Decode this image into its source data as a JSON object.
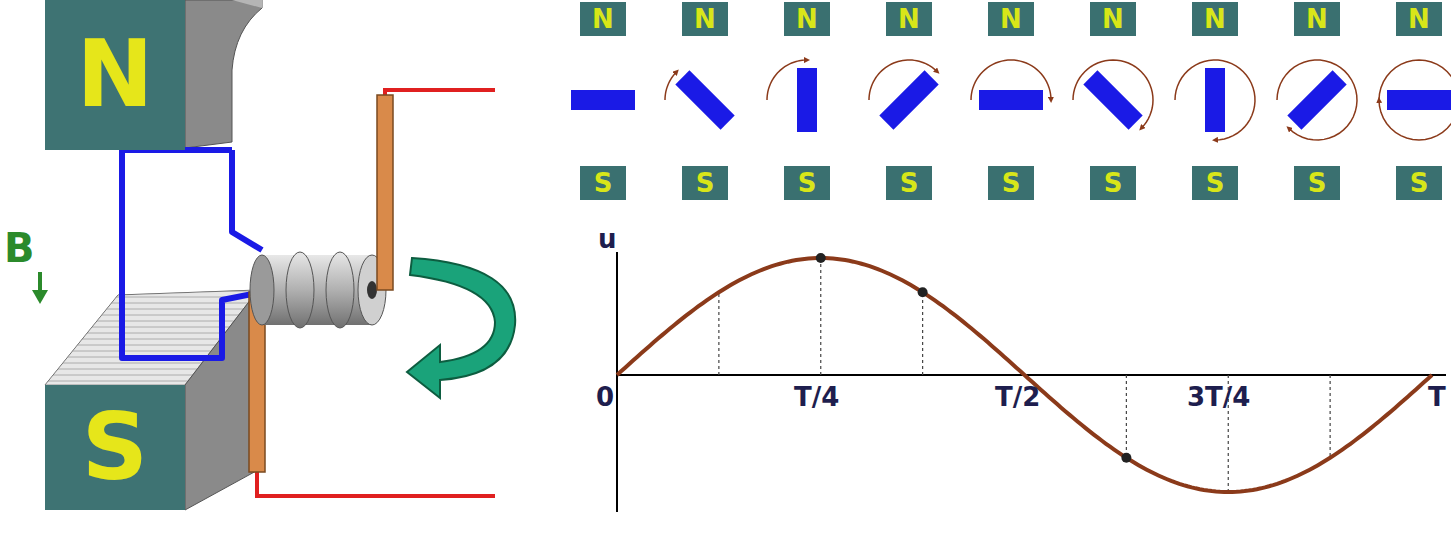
{
  "diagram": {
    "nodes": [
      {
        "text": [
          "N"
        ]
      },
      {
        "text": [
          "N"
        ]
      },
      {
        "text": [
          "N"
        ]
      },
      {
        "text": [
          "N"
        ]
      },
      {
        "text": [
          "N"
        ]
      },
      {
        "text": [
          "N"
        ]
      },
      {
        "text": [
          "N"
        ]
      },
      {
        "text": [
          "N"
        ]
      },
      {
        "text": [
          "N"
        ]
      },
      {
        "text": [
          "N"
        ]
      },
      {
        "text": [
          "S"
        ]
      },
      {
        "text": [
          "S"
        ]
      },
      {
        "text": [
          "S"
        ]
      },
      {
        "text": [
          "S"
        ]
      },
      {
        "text": [
          "S"
        ]
      },
      {
        "text": [
          "S"
        ]
      },
      {
        "text": [
          "S"
        ]
      },
      {
        "text": [
          "S"
        ]
      },
      {
        "text": [
          "S"
        ]
      },
      {
        "text": [
          "S"
        ]
      }
    ],
    "labels": [
      "B",
      "u",
      "0",
      "T/4",
      "T/2",
      "3T/4",
      "T"
    ]
  }
}
